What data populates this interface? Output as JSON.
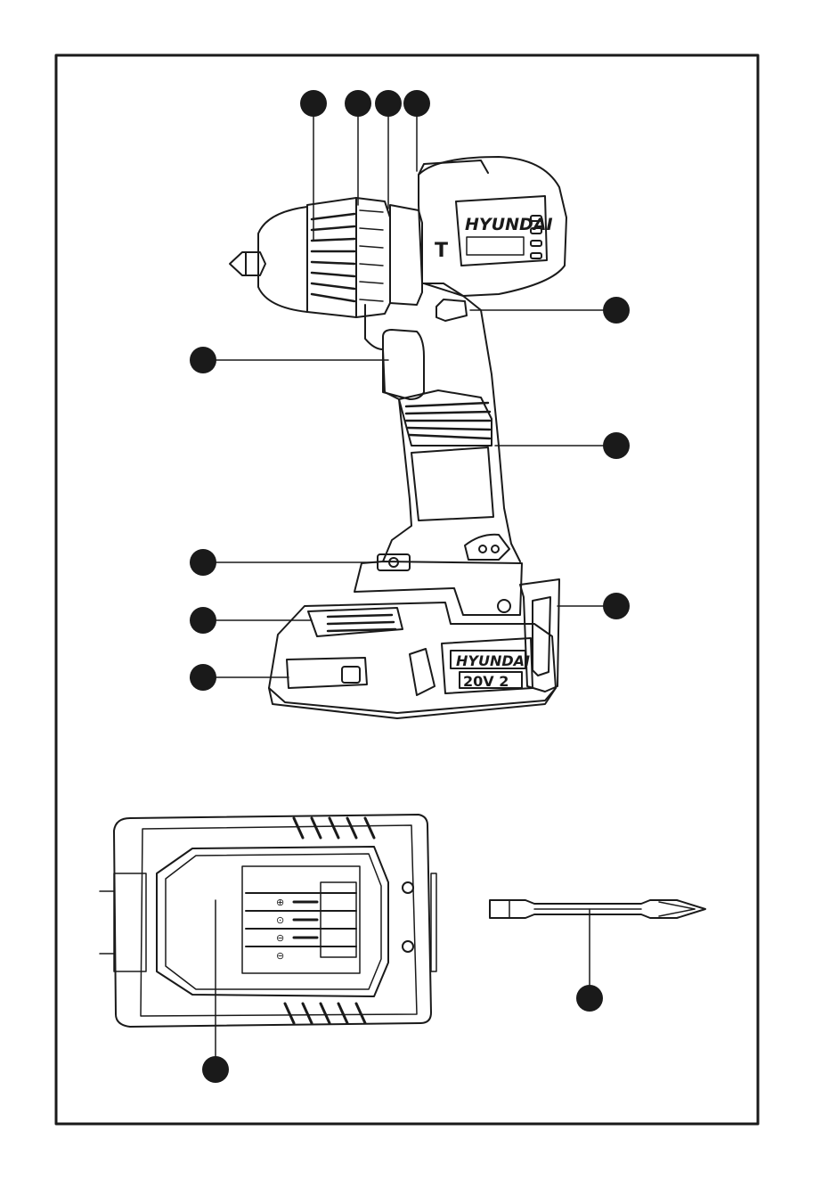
{
  "product": {
    "brand_tool": "HYUNDAI",
    "brand_battery": "HYUNDAI",
    "battery_voltage": "20V 2",
    "mode_letter": "T",
    "contact_symbols": [
      "⊕",
      "⊙",
      "⊖",
      "⊖"
    ]
  },
  "colors": {
    "ink": "#1a1a1a",
    "paper": "#ffffff"
  }
}
